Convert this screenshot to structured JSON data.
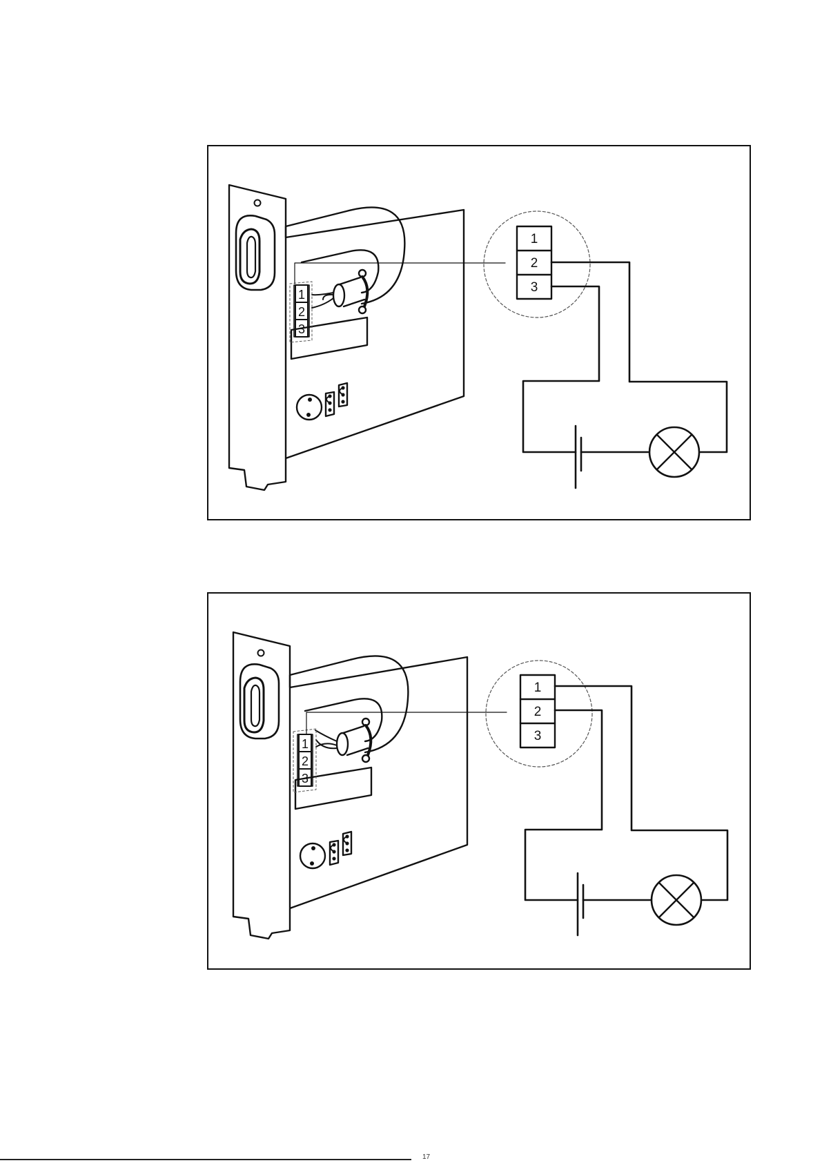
{
  "diagrams": [
    {
      "inset_terminals": [
        "1",
        "2",
        "3"
      ],
      "card_terminals": [
        "1",
        "2",
        "3"
      ]
    },
    {
      "inset_terminals": [
        "1",
        "2",
        "3"
      ],
      "card_terminals": [
        "1",
        "2",
        "3"
      ]
    }
  ],
  "footer": {
    "mark": "17"
  },
  "colors": {
    "line": "#111111",
    "dashed": "#555555",
    "background": "#ffffff"
  },
  "icons": [
    "battery-icon",
    "lamp-icon",
    "terminal-block-icon"
  ]
}
